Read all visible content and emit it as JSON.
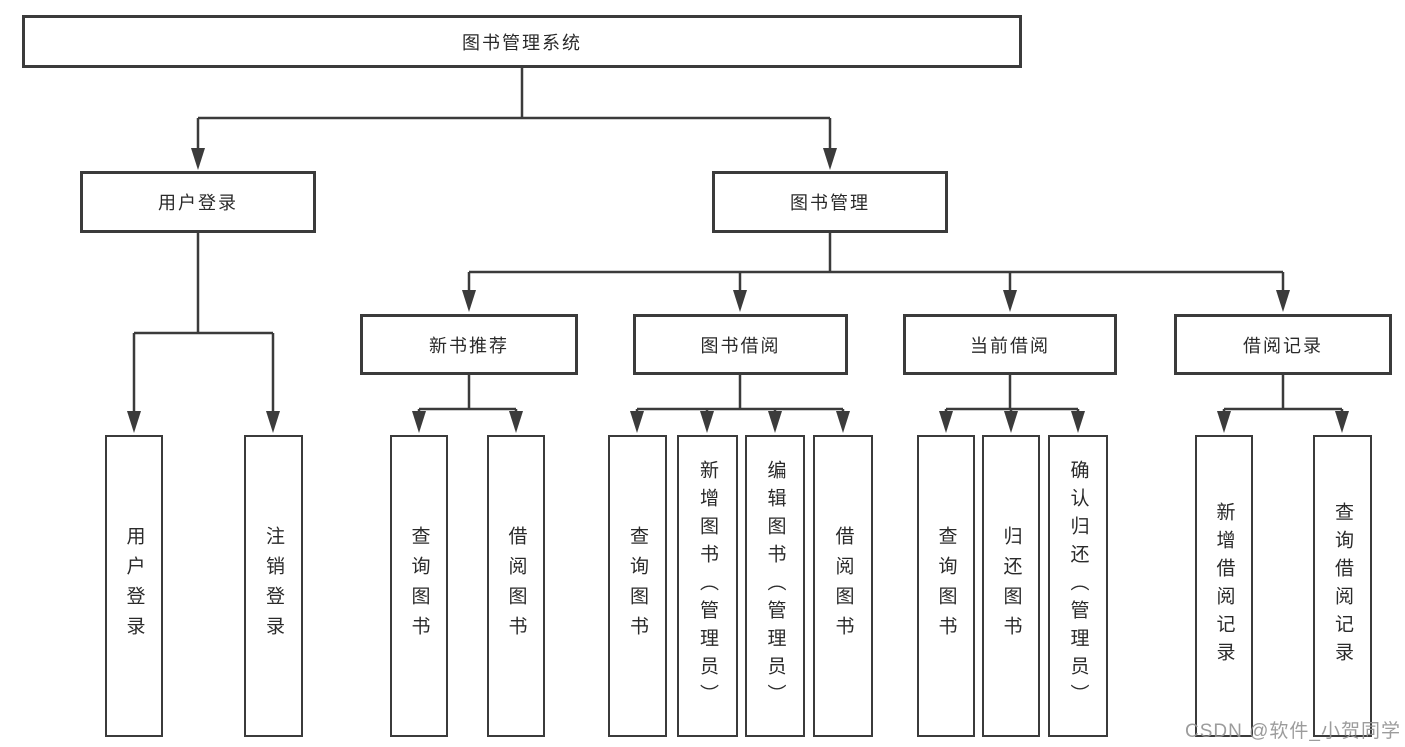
{
  "diagram_title": "图书管理系统",
  "colors": {
    "line": "#3b3b3b",
    "text": "#2a2a2a",
    "background": "#ffffff",
    "watermark": "#949494"
  },
  "nodes": {
    "root": {
      "label": "图书管理系统"
    },
    "login": {
      "label": "用户登录"
    },
    "book_mgmt": {
      "label": "图书管理"
    },
    "new_book": {
      "label": "新书推荐"
    },
    "book_borrow": {
      "label": "图书借阅"
    },
    "current_borrow": {
      "label": "当前借阅"
    },
    "borrow_records": {
      "label": "借阅记录"
    },
    "user_login": {
      "label": "用户登录"
    },
    "logout": {
      "label": "注销登录"
    },
    "nb_query": {
      "label": "查询图书"
    },
    "nb_borrow": {
      "label": "借阅图书"
    },
    "bb_query": {
      "label": "查询图书"
    },
    "bb_add": {
      "label": "新增图书（管理员）"
    },
    "bb_edit": {
      "label": "编辑图书（管理员）"
    },
    "bb_borrow": {
      "label": "借阅图书"
    },
    "cb_query": {
      "label": "查询图书"
    },
    "cb_return": {
      "label": "归还图书"
    },
    "cb_confirm": {
      "label": "确认归还（管理员）"
    },
    "br_add": {
      "label": "新增借阅记录"
    },
    "br_query": {
      "label": "查询借阅记录"
    }
  },
  "hierarchy": {
    "图书管理系统": [
      "用户登录",
      "图书管理"
    ],
    "用户登录": [
      "用户登录",
      "注销登录"
    ],
    "图书管理": [
      "新书推荐",
      "图书借阅",
      "当前借阅",
      "借阅记录"
    ],
    "新书推荐": [
      "查询图书",
      "借阅图书"
    ],
    "图书借阅": [
      "查询图书",
      "新增图书（管理员）",
      "编辑图书（管理员）",
      "借阅图书"
    ],
    "当前借阅": [
      "查询图书",
      "归还图书",
      "确认归还（管理员）"
    ],
    "借阅记录": [
      "新增借阅记录",
      "查询借阅记录"
    ]
  },
  "watermark": {
    "text": "CSDN @软件_小贺同学"
  }
}
